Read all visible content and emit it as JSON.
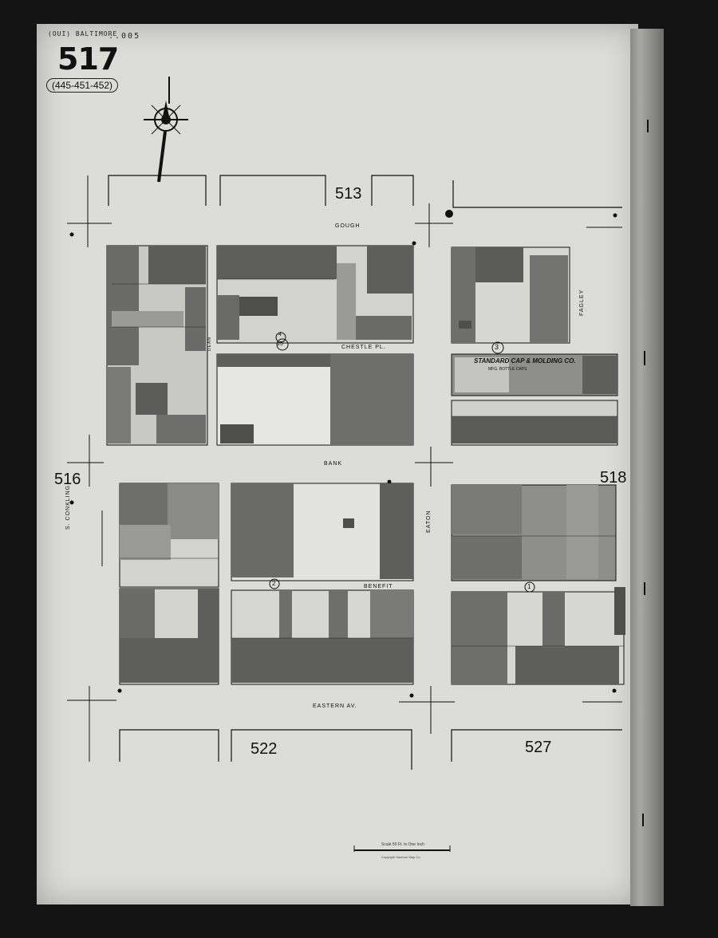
{
  "header": {
    "volume_note": "(OUI) BALTIMORE",
    "sheet_id": "..005",
    "sheet_number": "517",
    "adjoining_sheets": "(445-451-452)"
  },
  "adjacent_sheet_numbers": {
    "north": "513",
    "west": "516",
    "east": "518",
    "south_left": "522",
    "south_right": "527"
  },
  "streets": {
    "gough": "GOUGH",
    "chestle": "CHESTLE PL.",
    "bank": "BANK",
    "benefit": "BENEFIT",
    "eastern": "EASTERN AV.",
    "conkling": "S. CONKLING",
    "eaton": "EATON",
    "fagley": "FAGLEY",
    "dean": "DEAN"
  },
  "labels": {
    "standard": "STANDARD CAP & MOLDING CO.",
    "standard_sub": "MFG. BOTTLE CAPS",
    "block_num_3": "3",
    "block_num_15": "15",
    "block_num_2": "2",
    "block_num_1": "1",
    "block_num_4": "4"
  },
  "scale": {
    "text": "Scale 50 Ft. to One Inch",
    "copyright": "Copyright Sanborn Map Co."
  },
  "colors": {
    "paper": "#dcdcd8",
    "ink": "#111111",
    "building_dark": "#5a5a58",
    "building_mid": "#8e8e8c",
    "building_light": "#c4c4c0"
  },
  "icons": {
    "compass": "compass-rose-icon",
    "hydrant": "hydrant-dot-icon"
  }
}
